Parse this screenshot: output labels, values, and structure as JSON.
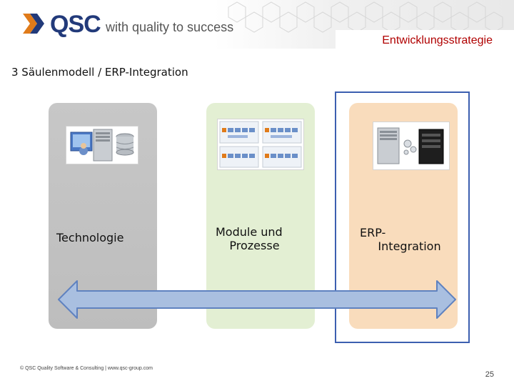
{
  "header": {
    "logo_text": "QSC",
    "tagline": "with quality to success",
    "section": "Entwicklungsstrategie"
  },
  "slide": {
    "title": "3 Säulenmodell / ERP-Integration"
  },
  "columns": [
    {
      "label": "Technologie",
      "image_icon": "server-database-icon",
      "color": "#c2c2c2"
    },
    {
      "label": "Module und\n   Prozesse",
      "image_icon": "process-diagram-icon",
      "color": "#e3efd3"
    },
    {
      "label": "ERP-\n     Integration",
      "image_icon": "server-integration-icon",
      "color": "#f9dcbc"
    }
  ],
  "colors": {
    "brand": "#223a7a",
    "section_text": "#b00000",
    "highlight_border": "#3c5fb0",
    "arrow_fill": "#a9bfe0",
    "arrow_stroke": "#5f82c0"
  },
  "footer": {
    "copyright": "© QSC Quality Software & Consulting | www.qsc-group.com",
    "page_number": "25"
  }
}
